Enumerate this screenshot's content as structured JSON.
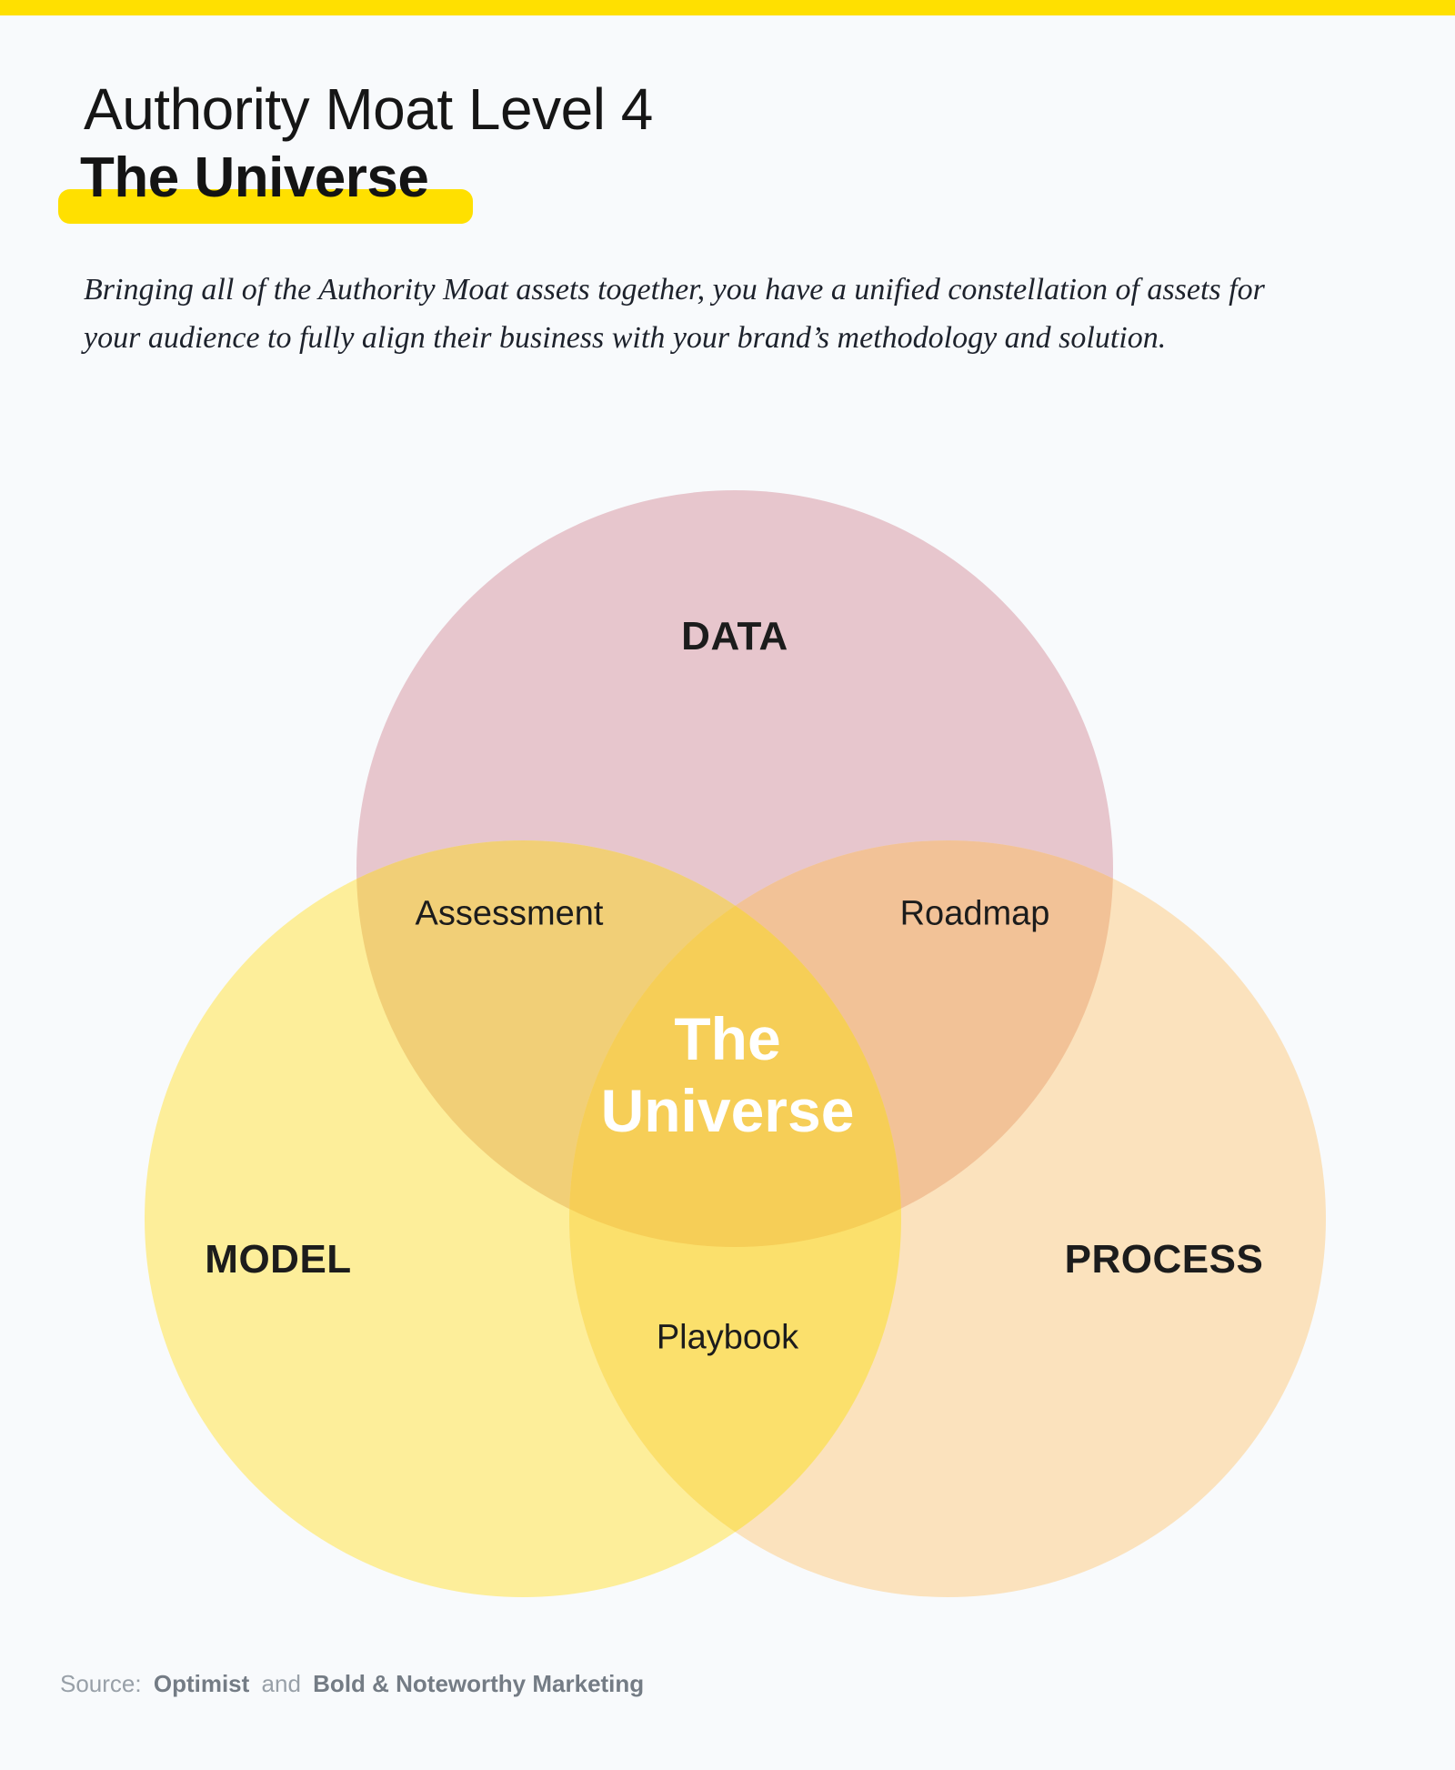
{
  "page": {
    "background": "#f8fafc",
    "top_bar_color": "#ffe000"
  },
  "header": {
    "title_line1": "Authority Moat Level 4",
    "title_line2": "The Universe",
    "highlight_color": "#ffe000",
    "description": "Bringing all of the Authority Moat assets together, you have a unified constellation of assets for your audience to fully align their business with your brand’s methodology and solution."
  },
  "venn": {
    "circles": [
      {
        "id": "data",
        "label": "DATA",
        "color": "#e7c6cd"
      },
      {
        "id": "model",
        "label": "MODEL",
        "color": "#fdee9a"
      },
      {
        "id": "process",
        "label": "PROCESS",
        "color": "#fbe2bd"
      }
    ],
    "intersections": [
      {
        "id": "data-model",
        "label": "Assessment",
        "color": "#f1cf77"
      },
      {
        "id": "data-process",
        "label": "Roadmap",
        "color": "#f2c297"
      },
      {
        "id": "model-process",
        "label": "Playbook",
        "color": "#fbe06c"
      },
      {
        "id": "center",
        "label": "The Universe",
        "color": "#f6ce57",
        "text_color": "#ffffff"
      }
    ]
  },
  "footer": {
    "source_label": "Source:",
    "source_name1": "Optimist",
    "source_connector": "and",
    "source_name2": "Bold & Noteworthy Marketing"
  }
}
